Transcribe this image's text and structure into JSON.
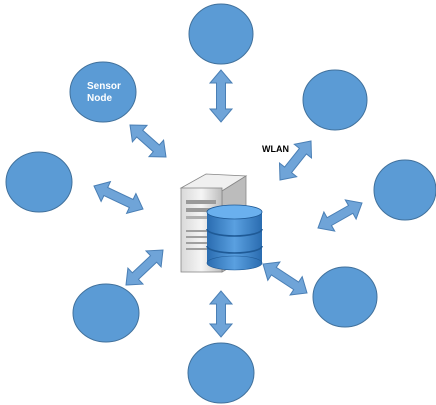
{
  "diagram": {
    "node_label_line1": "Sensor",
    "node_label_line2": "Node",
    "link_label": "WLAN",
    "server_icon": "database-server-icon",
    "node_count": 8,
    "colors": {
      "node_fill": "#5b9bd5",
      "node_stroke": "#41719c",
      "arrow_fill": "#6fa4d8",
      "arrow_stroke": "#4a7fb5",
      "db_fill": "#3b7fc4",
      "server_body": "#e8e8e8"
    }
  }
}
